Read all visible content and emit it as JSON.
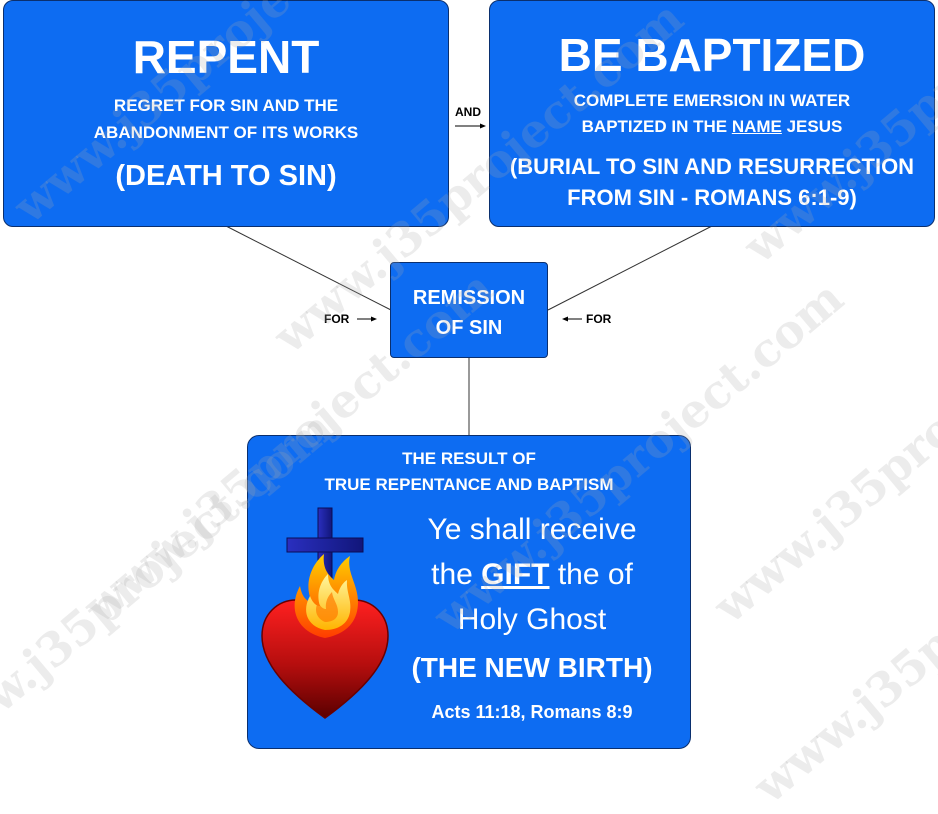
{
  "repent": {
    "title": "REPENT",
    "line1": "REGRET FOR SIN AND THE",
    "line2": "ABANDONMENT OF ITS WORKS",
    "subtitle": "(DEATH TO SIN)"
  },
  "baptized": {
    "title": "BE BAPTIZED",
    "line1": "COMPLETE EMERSION IN WATER",
    "line2_pre": "BAPTIZED IN THE ",
    "line2_underlined": "NAME",
    "line2_post": " JESUS",
    "note1": "(BURIAL TO SIN AND RESURRECTION",
    "note2": "FROM SIN - ROMANS 6:1-9)"
  },
  "and_label": "AND",
  "remission": {
    "line1": "REMISSION",
    "line2": "OF SIN"
  },
  "for_left": "FOR",
  "for_right": "FOR",
  "result": {
    "head1": "THE RESULT OF",
    "head2": "TRUE REPENTANCE AND BAPTISM",
    "line1": "Ye shall receive",
    "line2_pre": "the ",
    "line2_gift": "GIFT",
    "line2_post": " the of",
    "line3": "Holy Ghost",
    "new_birth": "(THE NEW BIRTH)",
    "refs": "Acts 11:18, Romans 8:9"
  },
  "watermark": "www.j35project.com",
  "colors": {
    "box_fill": "#0d6cf2",
    "box_border": "#0a2f6e",
    "text": "#ffffff"
  }
}
